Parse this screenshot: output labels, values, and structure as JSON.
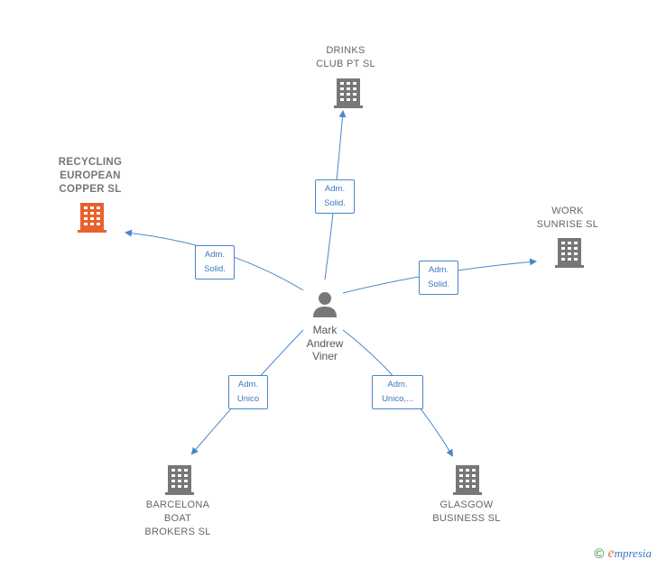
{
  "center": {
    "name": "Mark\nAndrew\nViner",
    "icon": "person-icon"
  },
  "companies": [
    {
      "id": "drinks",
      "name": "DRINKS\nCLUB PT  SL",
      "role": "Adm.\nSolid.",
      "color": "#777777"
    },
    {
      "id": "recycling",
      "name": "RECYCLING\nEUROPEAN\nCOPPER  SL",
      "role": "Adm.\nSolid.",
      "color": "#e8622e"
    },
    {
      "id": "work",
      "name": "WORK\nSUNRISE  SL",
      "role": "Adm.\nSolid.",
      "color": "#777777"
    },
    {
      "id": "barcelona",
      "name": "BARCELONA\nBOAT\nBROKERS  SL",
      "role": "Adm.\nUnico",
      "color": "#777777"
    },
    {
      "id": "glasgow",
      "name": "GLASGOW\nBUSINESS  SL",
      "role": "Adm.\nUnico,...",
      "color": "#777777"
    }
  ],
  "footer": {
    "copyright": "©",
    "brand_first": "e",
    "brand_rest": "mpresia"
  },
  "colors": {
    "edge": "#4a86c8",
    "badge_text": "#3a78c0",
    "label": "#666666"
  }
}
